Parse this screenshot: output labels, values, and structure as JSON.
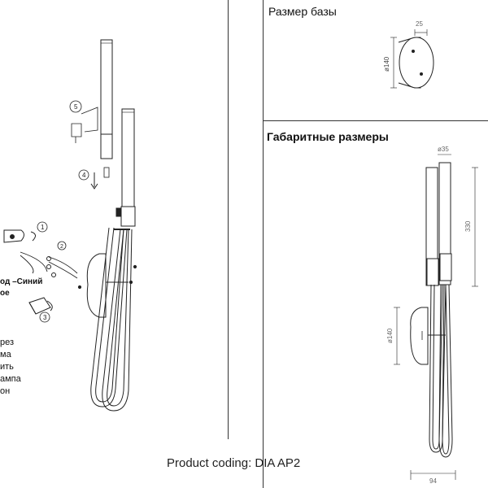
{
  "base_size": {
    "title": "Размер базы",
    "dim_depth": "25",
    "dim_diameter": "ø140"
  },
  "overall_dims": {
    "title": "Габаритные размеры",
    "dim_tube": "ø35",
    "dim_height": "330",
    "dim_base_diameter": "ø140",
    "dim_width": "94"
  },
  "install": {
    "steps": [
      "1",
      "2",
      "3",
      "4",
      "5"
    ],
    "wire_label_1": "од –Синий",
    "wire_label_2": "ое",
    "note_lines": [
      "рез",
      "ма",
      "ить",
      "ампа",
      "он"
    ]
  },
  "footer": {
    "product_coding": "Product coding: DIA AP2"
  }
}
